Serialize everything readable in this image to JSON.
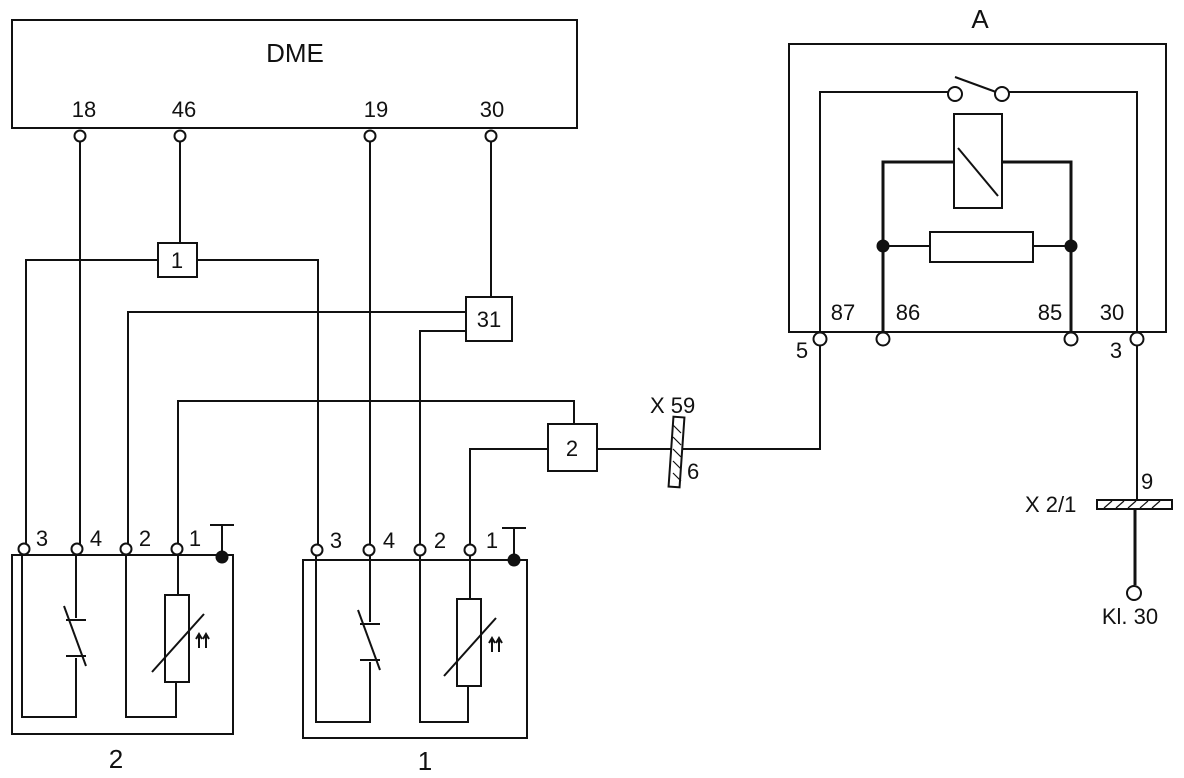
{
  "dme": {
    "title": "DME",
    "pins": [
      "18",
      "46",
      "19",
      "30"
    ]
  },
  "relay": {
    "title": "A",
    "pins": [
      "87",
      "86",
      "85",
      "30"
    ],
    "outer_pins": [
      "5",
      "3"
    ]
  },
  "junctions": {
    "j1": "1",
    "j31": "31",
    "j2": "2"
  },
  "connectors": {
    "x59": "X 59",
    "x59_pin": "6",
    "x21": "X 2/1",
    "x21_pin": "9"
  },
  "terminal": "Kl. 30",
  "sensors": [
    {
      "label": "2",
      "pins": [
        "3",
        "4",
        "2",
        "1"
      ]
    },
    {
      "label": "1",
      "pins": [
        "3",
        "4",
        "2",
        "1"
      ]
    }
  ]
}
